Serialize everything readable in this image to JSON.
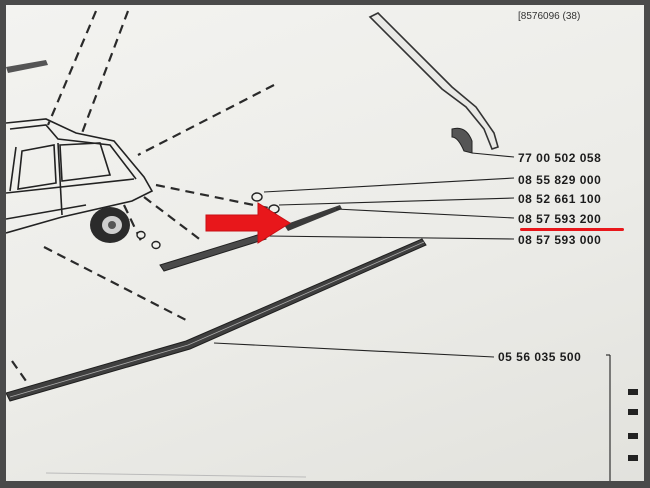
{
  "document": {
    "reference": "[8576096 (38)"
  },
  "parts": [
    {
      "number": "77 00 502 058"
    },
    {
      "number": "08 55 829 000"
    },
    {
      "number": "08 52 661 100"
    },
    {
      "number": "08 57 593 200",
      "highlighted": true
    },
    {
      "number": "08 57 593 000"
    },
    {
      "number": "05 56 035 500"
    }
  ],
  "annotation": {
    "arrow_color": "#e8171b",
    "underline_color": "#e8171b"
  }
}
